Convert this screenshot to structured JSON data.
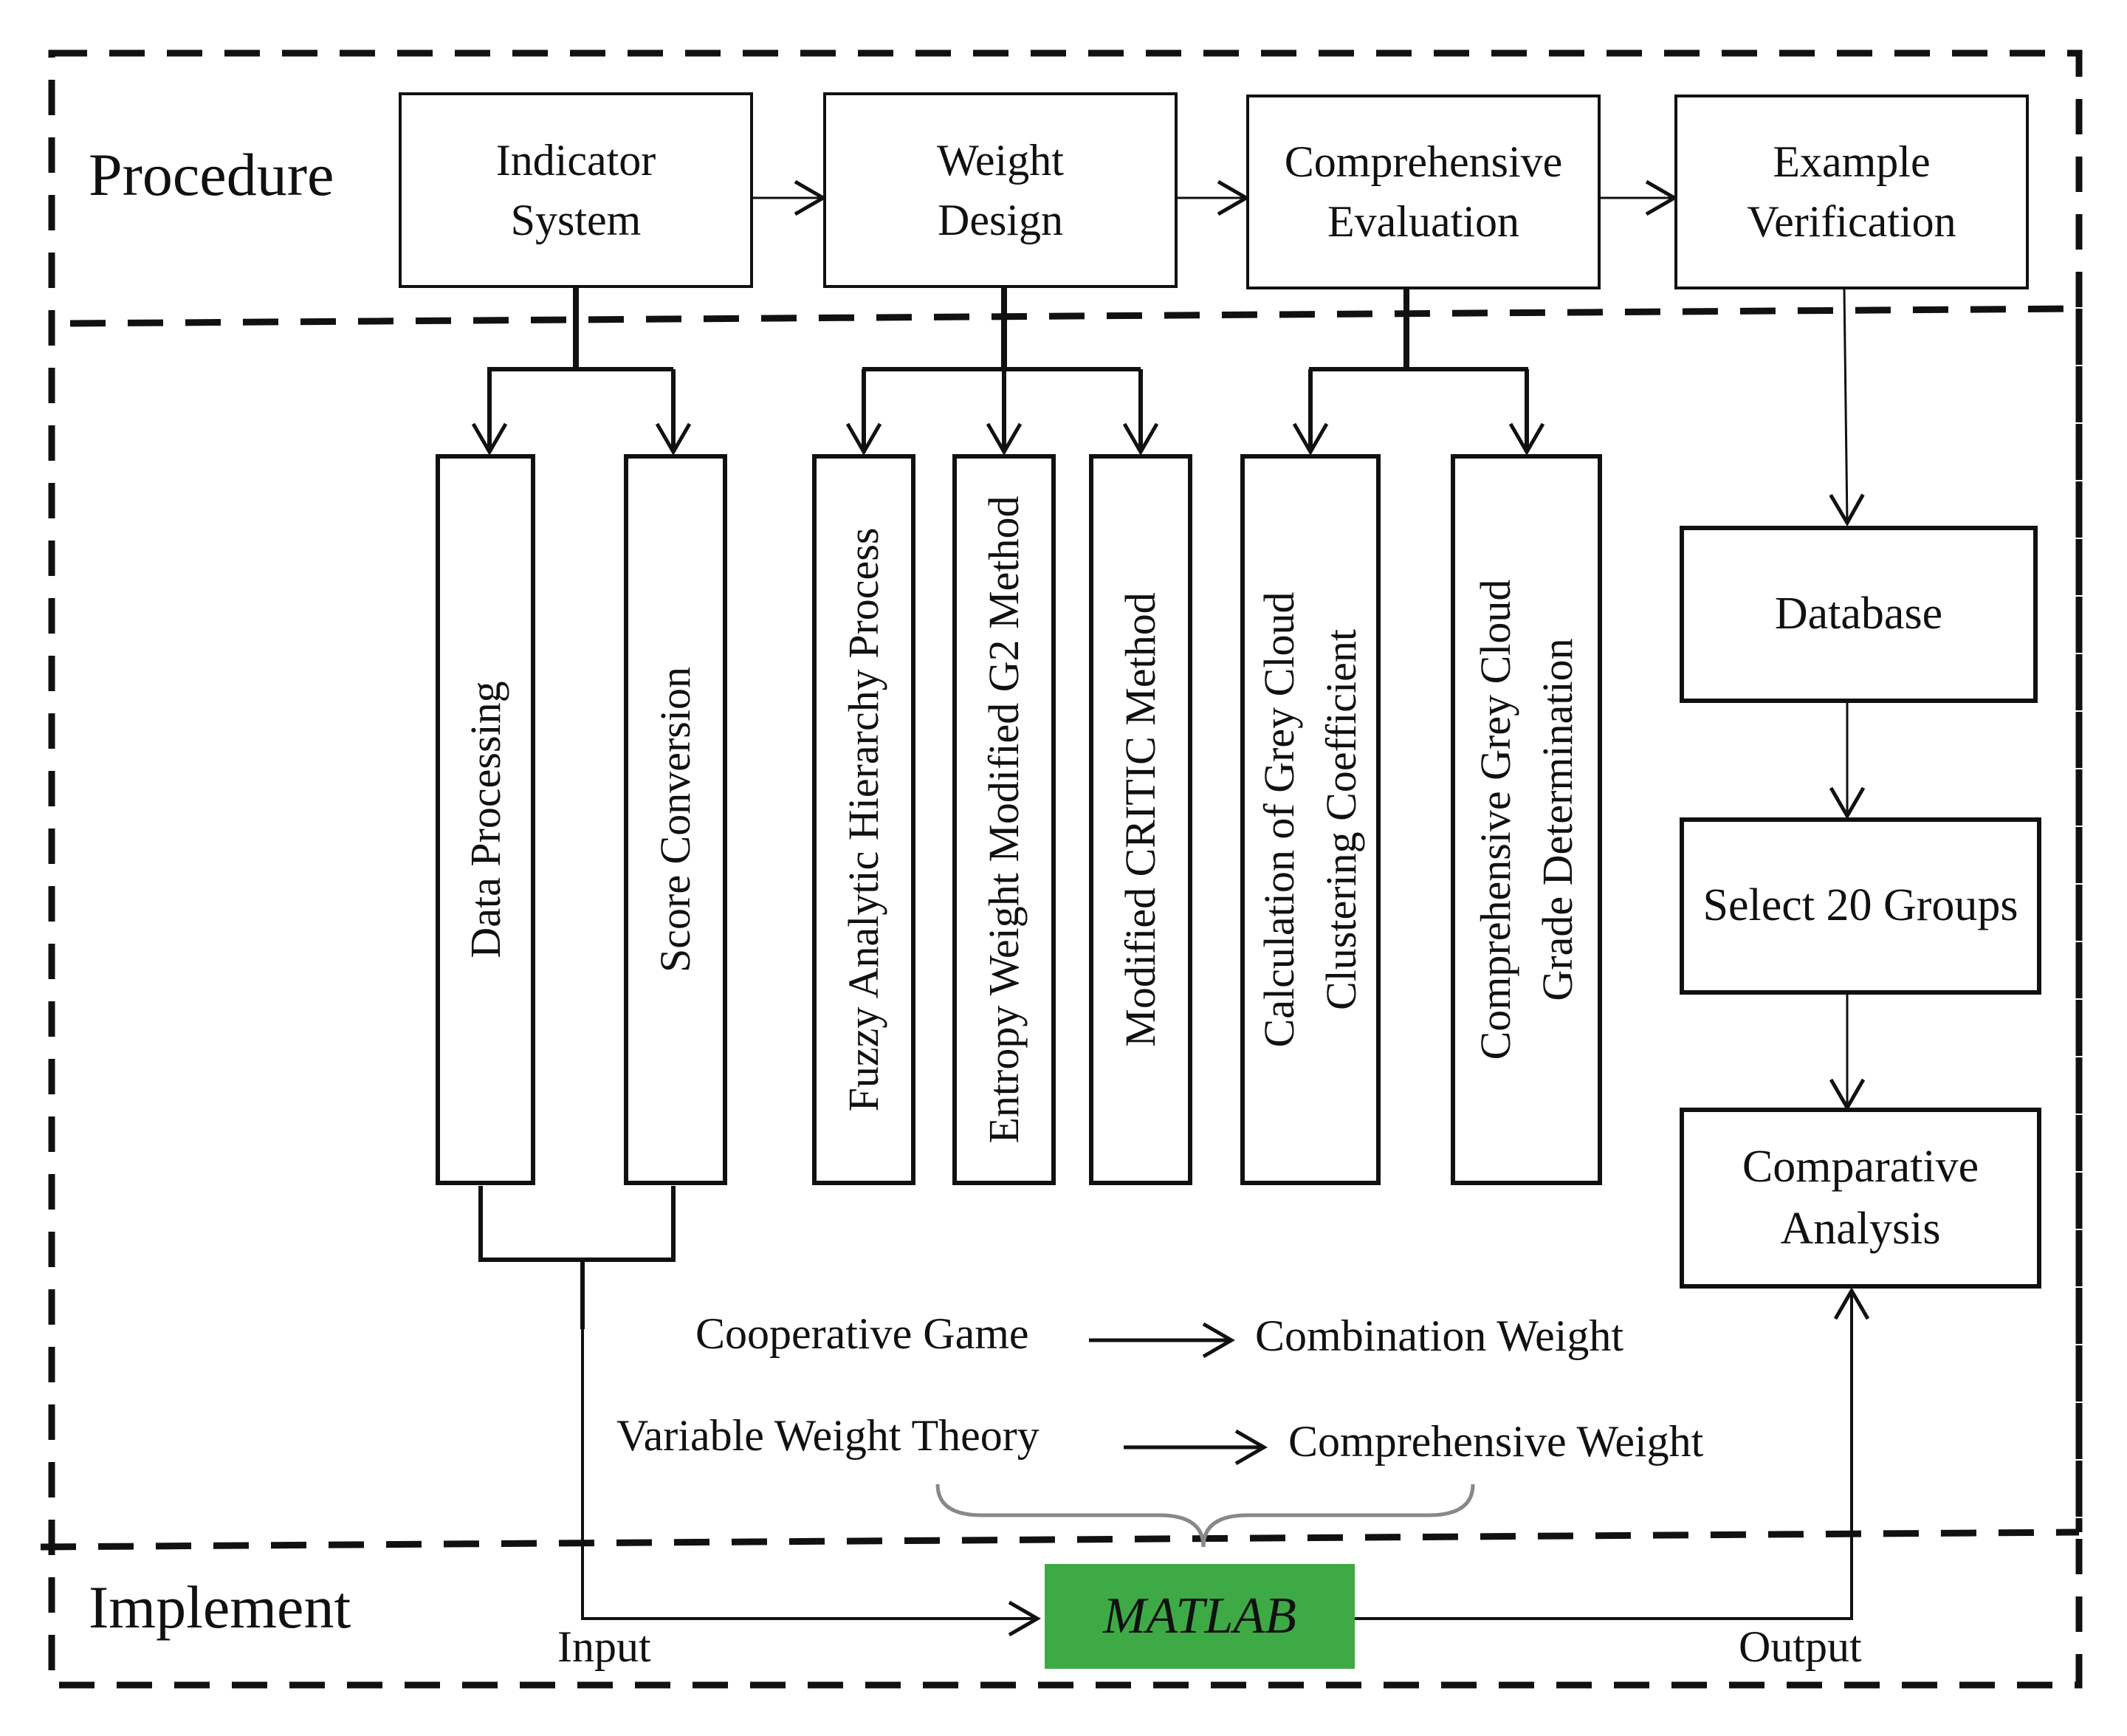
{
  "sections": {
    "procedure": "Procedure",
    "implement": "Implement"
  },
  "procedure_steps": [
    {
      "id": "indicator-system",
      "label": "Indicator\nSystem"
    },
    {
      "id": "weight-design",
      "label": "Weight\nDesign"
    },
    {
      "id": "comprehensive-evaluation",
      "label": "Comprehensive\nEvaluation"
    },
    {
      "id": "example-verification",
      "label": "Example\nVerification"
    }
  ],
  "methods": [
    {
      "id": "data-processing",
      "label": "Data Processing"
    },
    {
      "id": "score-conversion",
      "label": "Score Conversion"
    },
    {
      "id": "fuzzy-ahp",
      "label": "Fuzzy Analytic Hierarchy Process"
    },
    {
      "id": "entropy-g2",
      "label": "Entropy Weight Modified G2 Method"
    },
    {
      "id": "modified-critic",
      "label": "Modified CRITIC Method"
    },
    {
      "id": "grey-cloud-coefficient",
      "label": "Calculation of Grey Cloud\nClustering Coefficient"
    },
    {
      "id": "grey-cloud-grade",
      "label": "Comprehensive Grey Cloud\nGrade Determination"
    }
  ],
  "verification_steps": [
    {
      "id": "database",
      "label": "Database"
    },
    {
      "id": "select-20-groups",
      "label": "Select 20 Groups"
    },
    {
      "id": "comparative-analysis",
      "label": "Comparative\nAnalysis"
    }
  ],
  "relations": [
    {
      "from": "Cooperative Game",
      "to": "Combination Weight"
    },
    {
      "from": "Variable Weight Theory",
      "to": "Comprehensive Weight"
    }
  ],
  "implement": {
    "tool": "MATLAB",
    "input_label": "Input",
    "output_label": "Output",
    "tool_color": "#3eaa45"
  }
}
